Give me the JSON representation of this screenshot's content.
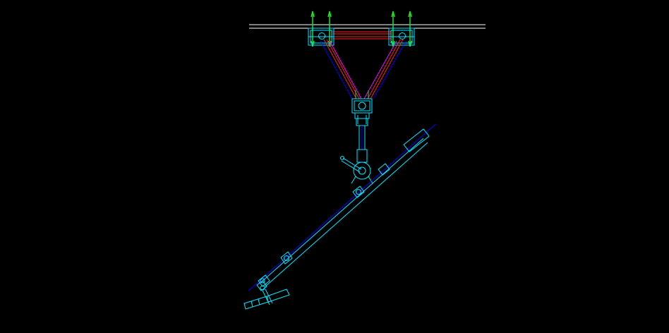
{
  "drawing": {
    "background": "#000000",
    "colors": {
      "rail": "#ffffff",
      "green": "#22dd22",
      "cyan": "#00e5ff",
      "red": "#ff2020",
      "blue": "#0000ff",
      "magenta": "#ff00ff",
      "white": "#ffffff"
    },
    "components": [
      "overhead-rail",
      "left-hanger-clamp",
      "right-hanger-clamp",
      "left-suspension-strut",
      "right-suspension-strut",
      "upper-rotary-joint",
      "vertical-dropper-rod",
      "rotary-hinge",
      "positioner-arm",
      "cantilever-tube",
      "insulator",
      "lower-clamp"
    ]
  }
}
